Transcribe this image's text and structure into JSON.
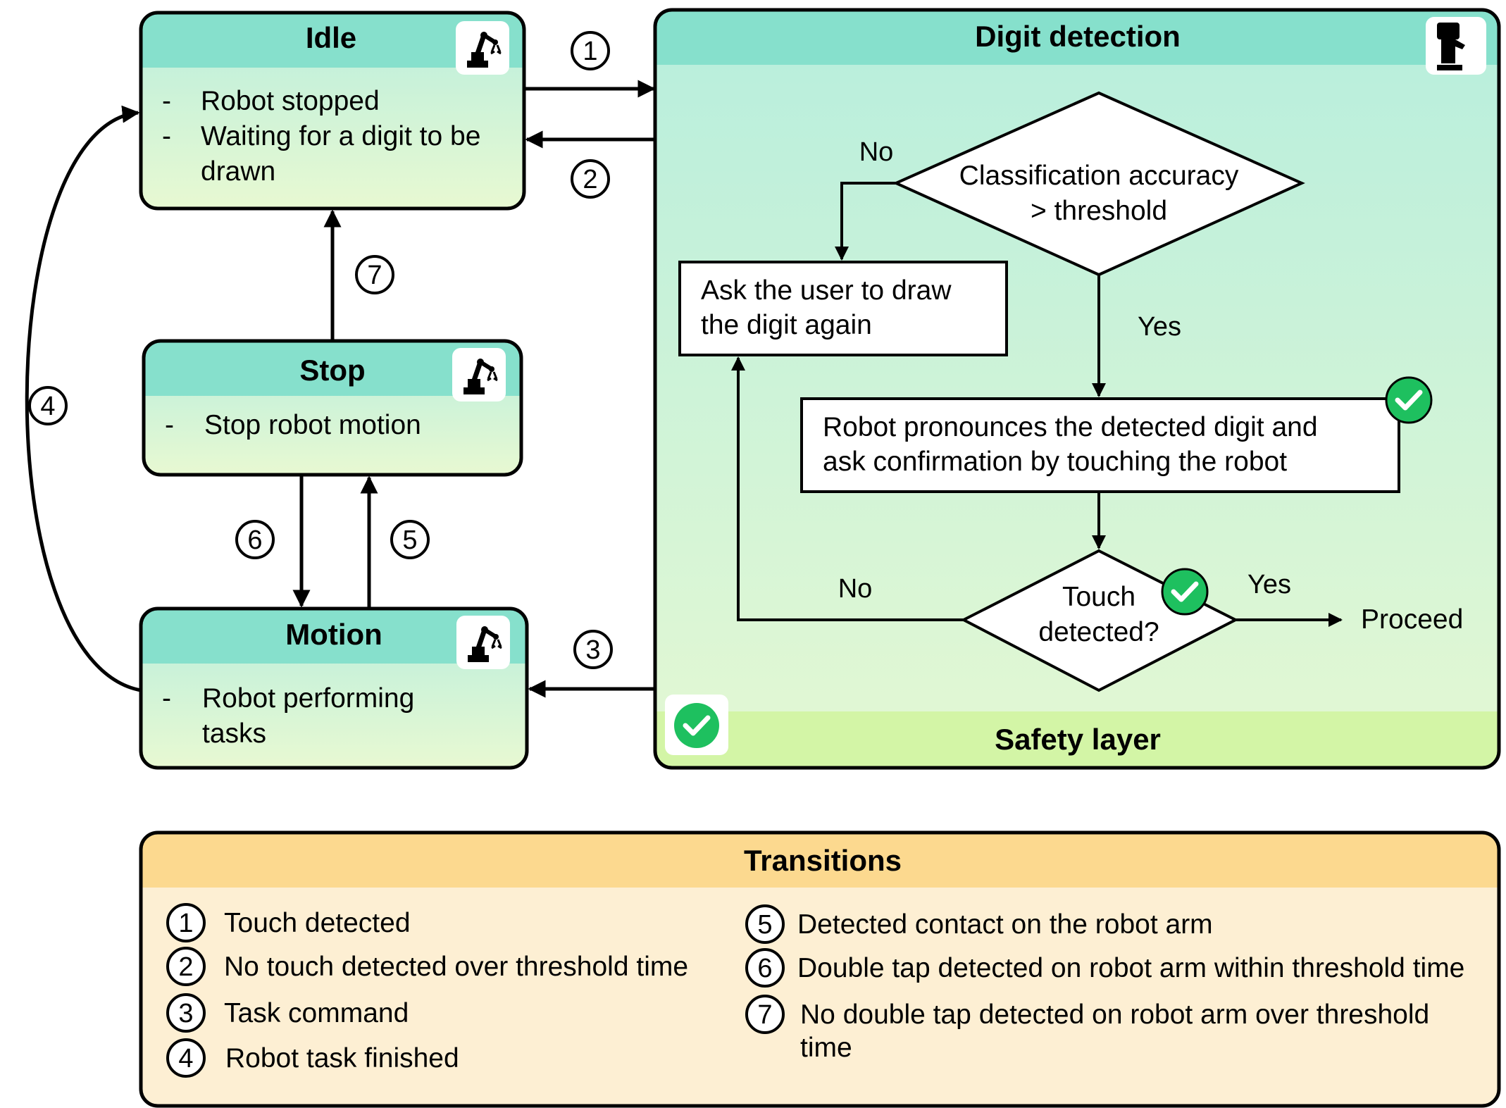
{
  "states": {
    "idle": {
      "title": "Idle",
      "bullets": [
        "-",
        "-"
      ],
      "lines": [
        "Robot stopped",
        "Waiting for a digit to be",
        "drawn"
      ]
    },
    "stop": {
      "title": "Stop",
      "bullets": [
        "-"
      ],
      "lines": [
        "Stop robot motion"
      ]
    },
    "motion": {
      "title": "Motion",
      "bullets": [
        "-"
      ],
      "lines": [
        "Robot performing",
        "tasks"
      ]
    }
  },
  "digit_detection": {
    "title": "Digit detection",
    "footer": "Safety layer",
    "decision_accuracy": [
      "Classification accuracy",
      "> threshold"
    ],
    "ask_again": [
      "Ask the user to draw",
      "the digit again"
    ],
    "pronounce": [
      "Robot pronounces the detected digit and",
      "ask confirmation by touching the robot"
    ],
    "decision_touch": [
      "Touch",
      "detected?"
    ],
    "no_label_1": "No",
    "yes_label_1": "Yes",
    "no_label_2": "No",
    "yes_label_2": "Yes",
    "proceed": "Proceed"
  },
  "arrow_numbers": [
    "1",
    "2",
    "3",
    "4",
    "5",
    "6",
    "7"
  ],
  "transitions": {
    "title": "Transitions",
    "items": [
      {
        "num": "1",
        "text": [
          "Touch detected"
        ]
      },
      {
        "num": "2",
        "text": [
          "No touch detected over threshold time"
        ]
      },
      {
        "num": "3",
        "text": [
          "Task command"
        ]
      },
      {
        "num": "4",
        "text": [
          "Robot task finished"
        ]
      },
      {
        "num": "5",
        "text": [
          "Detected contact on the robot arm"
        ]
      },
      {
        "num": "6",
        "text": [
          "Double tap detected on robot arm within threshold time"
        ]
      },
      {
        "num": "7",
        "text": [
          "No double tap detected on robot arm over threshold",
          "time"
        ]
      }
    ]
  },
  "icons": [
    "robot-arm-icon",
    "touch-finger-icon",
    "checkmark-icon"
  ],
  "colors": {
    "state_header": "#86e0cc",
    "state_bottom": "#e6f8cf",
    "safety_green": "#d3f5a6",
    "check_green": "#1ec05f",
    "transitions_header": "#fcd98f",
    "transitions_body": "#fdefd3"
  }
}
